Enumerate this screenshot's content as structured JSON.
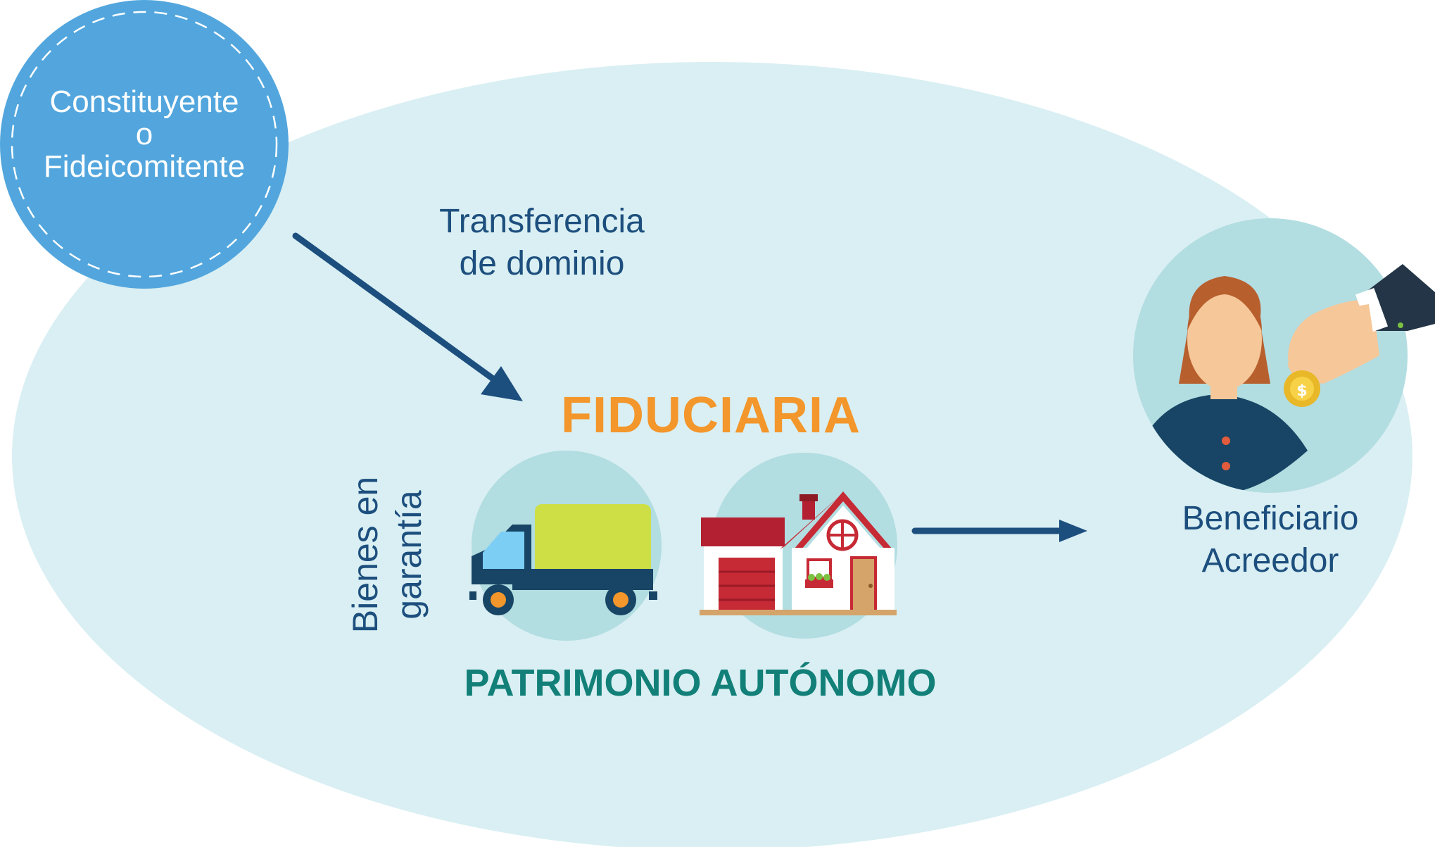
{
  "nodes": {
    "constituyente": {
      "lines": [
        "Constituyente",
        "o",
        "Fideicomitente"
      ]
    },
    "fiduciaria": {
      "label": "FIDUCIARIA"
    },
    "bienes": {
      "lines": [
        "Bienes en",
        "garantía"
      ],
      "items": [
        {
          "icon": "truck-icon"
        },
        {
          "icon": "house-garage-icon"
        }
      ]
    },
    "patrimonio": {
      "label": "PATRIMONIO AUTÓNOMO"
    },
    "beneficiario": {
      "lines": [
        "Beneficiario",
        "Acreedor"
      ],
      "icon": "woman-receiving-coin-icon"
    }
  },
  "edges": [
    {
      "from": "constituyente",
      "to": "fiduciaria",
      "lines": [
        "Transferencia",
        "de dominio"
      ]
    },
    {
      "from": "patrimonio",
      "to": "beneficiario"
    }
  ],
  "colors": {
    "ellipse": "#d9eff3",
    "circle_bg": "#b2dde1",
    "constituyente_circle": "#52a6dd",
    "arrow": "#1d4f7e",
    "fiduciaria_text": "#f3962b",
    "patrimonio_text": "#128078",
    "label_text": "#1d4f7e"
  }
}
